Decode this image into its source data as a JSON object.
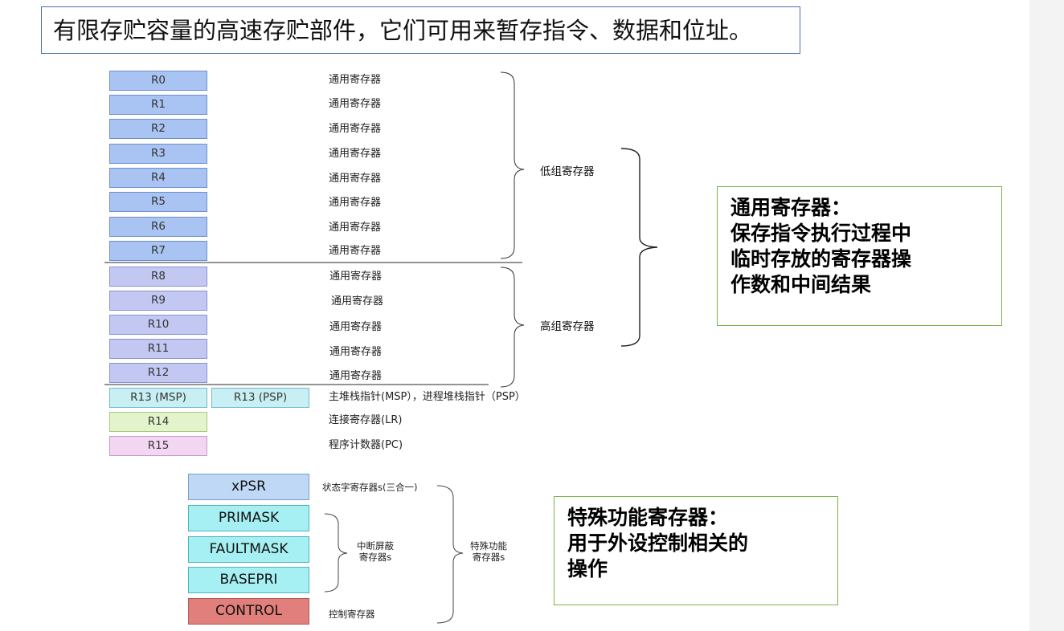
{
  "title": "有限存贮容量的高速存贮部件，它们可用来暂存指令、数据和位址。",
  "general_registers": {
    "low": [
      {
        "name": "R0",
        "desc": "通用寄存器"
      },
      {
        "name": "R1",
        "desc": "通用寄存器"
      },
      {
        "name": "R2",
        "desc": "通用寄存器"
      },
      {
        "name": "R3",
        "desc": "通用寄存器"
      },
      {
        "name": "R4",
        "desc": "通用寄存器"
      },
      {
        "name": "R5",
        "desc": "通用寄存器"
      },
      {
        "name": "R6",
        "desc": "通用寄存器"
      },
      {
        "name": "R7",
        "desc": "通用寄存器"
      }
    ],
    "high": [
      {
        "name": "R8",
        "desc": "通用寄存器"
      },
      {
        "name": "R9",
        "desc": "通用寄存器"
      },
      {
        "name": "R10",
        "desc": "通用寄存器"
      },
      {
        "name": "R11",
        "desc": "通用寄存器"
      },
      {
        "name": "R12",
        "desc": "通用寄存器"
      }
    ],
    "r13_msp": "R13 (MSP)",
    "r13_psp": "R13 (PSP)",
    "r13_desc": "主堆栈指针(MSP），进程堆栈指针（PSP）",
    "r14": "R14",
    "r14_desc": "连接寄存器(LR)",
    "r15": "R15",
    "r15_desc": "程序计数器(PC)",
    "low_group_label": "低组寄存器",
    "high_group_label": "高组寄存器"
  },
  "general_note": {
    "line1": "通用寄存器：",
    "line2": "保存指令执行过程中",
    "line3": "临时存放的寄存器操",
    "line4": "作数和中间结果"
  },
  "special_registers": {
    "xpsr": "xPSR",
    "xpsr_desc": "状态字寄存器s(三合一)",
    "primask": "PRIMASK",
    "faultmask": "FAULTMASK",
    "basepri": "BASEPRI",
    "mask_group_line1": "中断屏蔽",
    "mask_group_line2": "寄存器s",
    "control": "CONTROL",
    "control_desc": "控制寄存器",
    "special_group_line1": "特殊功能",
    "special_group_line2": "寄存器s"
  },
  "special_note": {
    "line1": "特殊功能寄存器：",
    "line2": "用于外设控制相关的",
    "line3": "操作"
  },
  "colors": {
    "low_reg": "#a9c4f2",
    "high_reg": "#c3c8f3",
    "sp_reg": "#c8f0f4",
    "lr_reg": "#e3f3cb",
    "pc_reg": "#f3d6f2",
    "xpsr_reg": "#bfd8f6",
    "mask_reg": "#a6f0f3",
    "control_reg": "#e07f7b",
    "note_border": "#7ab648",
    "title_border": "#4a6fb0"
  }
}
